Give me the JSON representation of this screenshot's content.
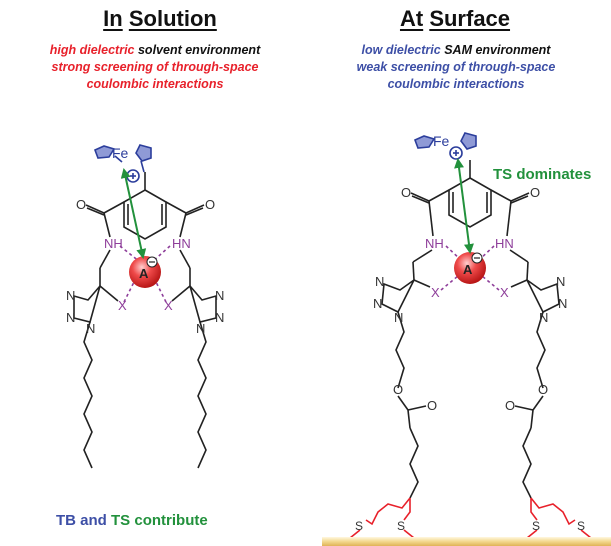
{
  "left_panel": {
    "title_part1": "In",
    "title_part2": "Solution",
    "line1_a": "high dielectric",
    "line1_b": "solvent environment",
    "line2": "strong screening of through-space",
    "line3": "coulombic interactions",
    "footer_a": "TB",
    "footer_b": "and",
    "footer_c": "TS",
    "footer_d": "contribute"
  },
  "right_panel": {
    "title_part1": "At",
    "title_part2": "Surface",
    "line1_a": "low dielectric",
    "line1_b": "SAM environment",
    "line2": "weak screening of through-space",
    "line3": "coulombic interactions",
    "callout": "TS dominates"
  },
  "atoms": {
    "fe": "Fe",
    "anion": "A",
    "nh": "NH",
    "hn": "HN",
    "halogen": "X",
    "n": "N",
    "o": "O",
    "s": "S"
  },
  "colors": {
    "red": "#e8212b",
    "blue": "#3d4fa6",
    "green": "#22913c",
    "purple": "#8e3e9a",
    "gold": "#e9c26a"
  }
}
